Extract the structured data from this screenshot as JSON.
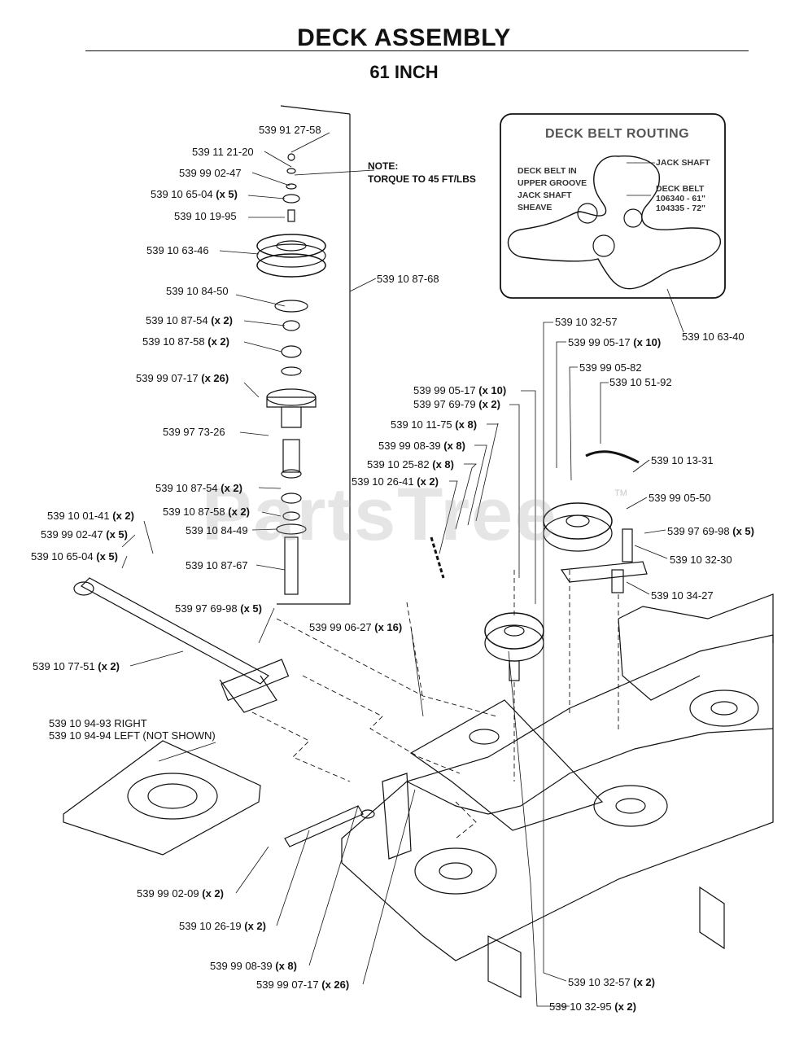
{
  "header": {
    "title": "DECK ASSEMBLY",
    "subtitle": "61 INCH"
  },
  "note": {
    "line1": "NOTE:",
    "line2": "TORQUE TO 45 FT/LBS"
  },
  "routing": {
    "title": "DECK BELT ROUTING",
    "left_text": [
      "DECK BELT IN",
      "UPPER GROOVE",
      "JACK SHAFT",
      "SHEAVE"
    ],
    "jack_shaft": "JACK SHAFT",
    "deck_belt": [
      "DECK BELT",
      "106340 - 61\"",
      "104335 - 72\""
    ]
  },
  "watermark": {
    "text": "PartsTree",
    "tm": "TM"
  },
  "labels": [
    {
      "part": "539 91 27-58",
      "qty": ""
    },
    {
      "part": "539 11 21-20",
      "qty": ""
    },
    {
      "part": "539 99 02-47",
      "qty": ""
    },
    {
      "part": "539 10 65-04",
      "qty": "(x 5)"
    },
    {
      "part": "539 10 19-95",
      "qty": ""
    },
    {
      "part": "539 10 63-46",
      "qty": ""
    },
    {
      "part": "539 10 87-68",
      "qty": ""
    },
    {
      "part": "539 10 84-50",
      "qty": ""
    },
    {
      "part": "539 10 87-54",
      "qty": "(x 2)"
    },
    {
      "part": "539 10 87-58",
      "qty": "(x 2)"
    },
    {
      "part": "539 99 07-17",
      "qty": "(x 26)"
    },
    {
      "part": "539 97 73-26",
      "qty": ""
    },
    {
      "part": "539 10 87-54",
      "qty": "(x 2)"
    },
    {
      "part": "539 10 87-58",
      "qty": "(x 2)"
    },
    {
      "part": "539 10 84-49",
      "qty": ""
    },
    {
      "part": "539 10 87-67",
      "qty": ""
    },
    {
      "part": "539 10 01-41",
      "qty": "(x 2)"
    },
    {
      "part": "539 99 02-47",
      "qty": "(x 5)"
    },
    {
      "part": "539 10 65-04",
      "qty": "(x 5)"
    },
    {
      "part": "539 97 69-98",
      "qty": "(x 5)"
    },
    {
      "part": "539 10 77-51",
      "qty": "(x 2)"
    },
    {
      "part": "539 10 94-93 RIGHT",
      "qty": ""
    },
    {
      "part": "539 10 94-94 LEFT (NOT SHOWN)",
      "qty": ""
    },
    {
      "part": "539 99 02-09",
      "qty": "(x 2)"
    },
    {
      "part": "539 10 26-19",
      "qty": "(x 2)"
    },
    {
      "part": "539 99 08-39",
      "qty": "(x 8)"
    },
    {
      "part": "539 99 07-17",
      "qty": "(x 26)"
    },
    {
      "part": "539 99 05-17",
      "qty": "(x 10)"
    },
    {
      "part": "539 97 69-79",
      "qty": "(x 2)"
    },
    {
      "part": "539 10 11-75",
      "qty": "(x 8)"
    },
    {
      "part": "539 99 08-39",
      "qty": "(x 8)"
    },
    {
      "part": "539 10 25-82",
      "qty": "(x 8)"
    },
    {
      "part": "539 10 26-41",
      "qty": "(x 2)"
    },
    {
      "part": "539 99 06-27",
      "qty": "(x 16)"
    },
    {
      "part": "539 10 32-57",
      "qty": ""
    },
    {
      "part": "539 99 05-17",
      "qty": "(x 10)"
    },
    {
      "part": "539 99 05-82",
      "qty": ""
    },
    {
      "part": "539 10 51-92",
      "qty": ""
    },
    {
      "part": "539 10 13-31",
      "qty": ""
    },
    {
      "part": "539 99 05-50",
      "qty": ""
    },
    {
      "part": "539 97 69-98",
      "qty": "(x 5)"
    },
    {
      "part": "539 10 32-30",
      "qty": ""
    },
    {
      "part": "539 10 34-27",
      "qty": ""
    },
    {
      "part": "539 10 63-40",
      "qty": ""
    },
    {
      "part": "539 10 32-57",
      "qty": "(x 2)"
    },
    {
      "part": "539 10 32-95",
      "qty": "(x 2)"
    }
  ]
}
